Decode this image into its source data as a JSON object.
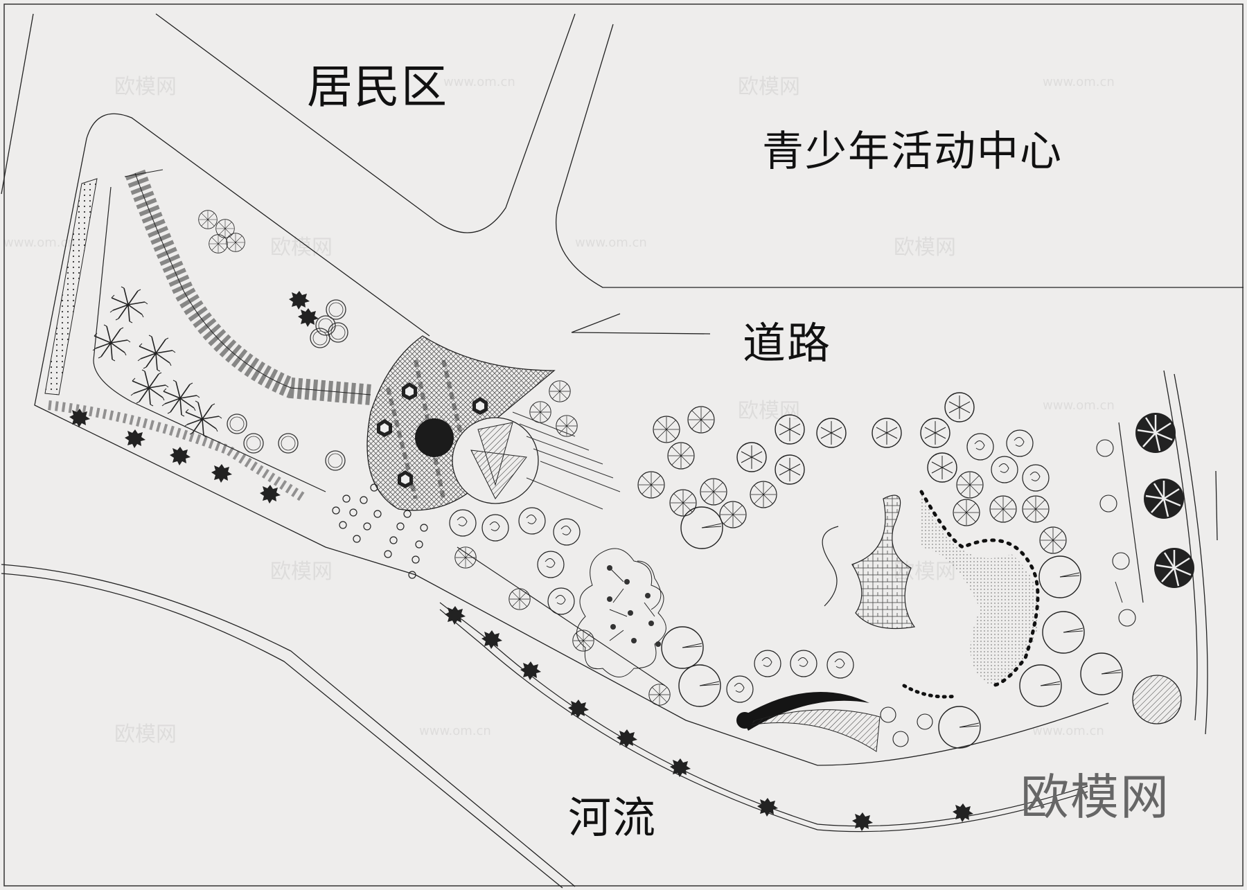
{
  "labels": {
    "residential": "居民区",
    "youth_center": "青少年活动中心",
    "road": "道路",
    "river": "河流"
  },
  "watermark": {
    "brand": "欧模网",
    "url": "www.om.cn"
  },
  "colors": {
    "background": "#eeedec",
    "line": "#222222",
    "label": "#111111"
  }
}
